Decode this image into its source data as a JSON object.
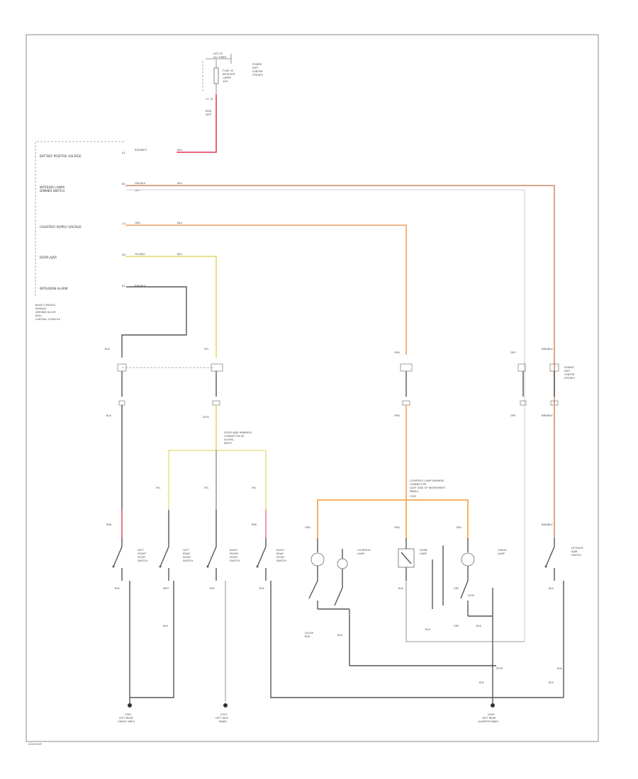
{
  "wire_colors": {
    "red_white": "#e8647a",
    "pink": "#ef8f9c",
    "light_brown": "#d9a68a",
    "orange": "#f2b483",
    "yellow": "#e8e08a",
    "orange_bright": "#f5b263",
    "black": "#444444",
    "gray": "#cccccc"
  },
  "labels": {
    "fuse_top_a": "HOT AT",
    "fuse_top_b": "ALL TIMES",
    "fuse_left_1": "FUSE 10",
    "fuse_left_2": "INTERIOR",
    "fuse_left_3": "LAMPS",
    "fuse_left_4": "10A",
    "fuse_right_1": "POWER",
    "fuse_right_2": "DIST",
    "fuse_right_3": "CENTER",
    "fuse_right_4": "(FRONT)",
    "fuse_conn": "C1 15",
    "wire_pk": "RED/",
    "wire_pk2": "WHT",
    "mod_1": "BATTERY POSITIVE VOLTAGE",
    "mod_2a": "INTERIOR LAMPS",
    "mod_2b": "DIMMER SWITCH",
    "mod_3": "COURTESY SUPPLY VOLTAGE",
    "mod_4": "DOOR AJAR",
    "mod_5": "INTRUSION ALARM",
    "mod_pin_a": "A1",
    "mod_pin_b": "B2",
    "mod_pin_c": "C3",
    "mod_pin_d": "D4",
    "mod_pin_e": "E5",
    "mod_wire_1": "RED/WHT",
    "mod_wire_2": "GRY/BLU",
    "mod_wire_2b": "GRY",
    "mod_wire_3": "ORG",
    "mod_wire_4": "YEL/BLK",
    "mod_wire_5": "BRN/BLK",
    "mod_num": "640",
    "ctrl_1": "BODY CONTROL",
    "ctrl_2": "MODULE",
    "ctrl_3": "(BEHIND GLOVE",
    "ctrl_4": "BOX)",
    "ctrl_5": "CENTRAL CONSOLE",
    "splice_1": "S201",
    "splice_2": "S202",
    "splice_3": "S203",
    "note_yellow_1": "DOOR AJAR HARNESS",
    "note_yellow_2": "CONNECTOR AT",
    "note_yellow_3": "DOORS,",
    "note_yellow_4": "RIGHT",
    "note_orange_1": "COURTESY LAMP HARNESS",
    "note_orange_2": "CONNECTOR",
    "note_orange_3": "(LEFT SIDE OF INSTRUMENT",
    "note_orange_4": "PANEL)",
    "note_orange_5": "C205",
    "sw_lf": "LEFT",
    "sw_lf2": "FRONT",
    "sw_lf3": "DOOR",
    "sw_lf4": "SWITCH",
    "sw_rf": "RIGHT",
    "sw_rf2": "FRONT",
    "sw_rf3": "DOOR",
    "sw_rf4": "SWITCH",
    "sw_rr": "RIGHT",
    "sw_rr2": "REAR",
    "sw_rr3": "DOOR",
    "sw_rr4": "SWITCH",
    "sw_lr": "LEFT",
    "sw_lr2": "REAR",
    "sw_lr3": "DOOR",
    "sw_lr4": "SWITCH",
    "lamp_1": "COURTESY",
    "lamp_1b": "LAMP",
    "lamp_2": "DOME",
    "lamp_2b": "LAMP",
    "lamp_3": "CARGO",
    "lamp_3b": "LAMP",
    "lamp_4": "LIFTGATE",
    "lamp_4b": "AJAR",
    "lamp_4c": "SWITCH",
    "sw_glove": "GLOVE",
    "sw_glove2": "BOX",
    "wire_blk": "BLK",
    "wire_wht": "WHT",
    "wire_yel": "YEL",
    "wire_gry": "GRY",
    "wire_pnk": "PNK",
    "ground_1a": "G301",
    "ground_1b": "LEFT REAR",
    "ground_1c": "CARGO AREA",
    "ground_2a": "G201",
    "ground_2b": "LEFT KICK",
    "ground_2c": "PANEL",
    "ground_3a": "G402",
    "ground_3b": "LEFT REAR",
    "ground_3c": "QUARTER PANEL",
    "footer": "G2500 INT"
  }
}
